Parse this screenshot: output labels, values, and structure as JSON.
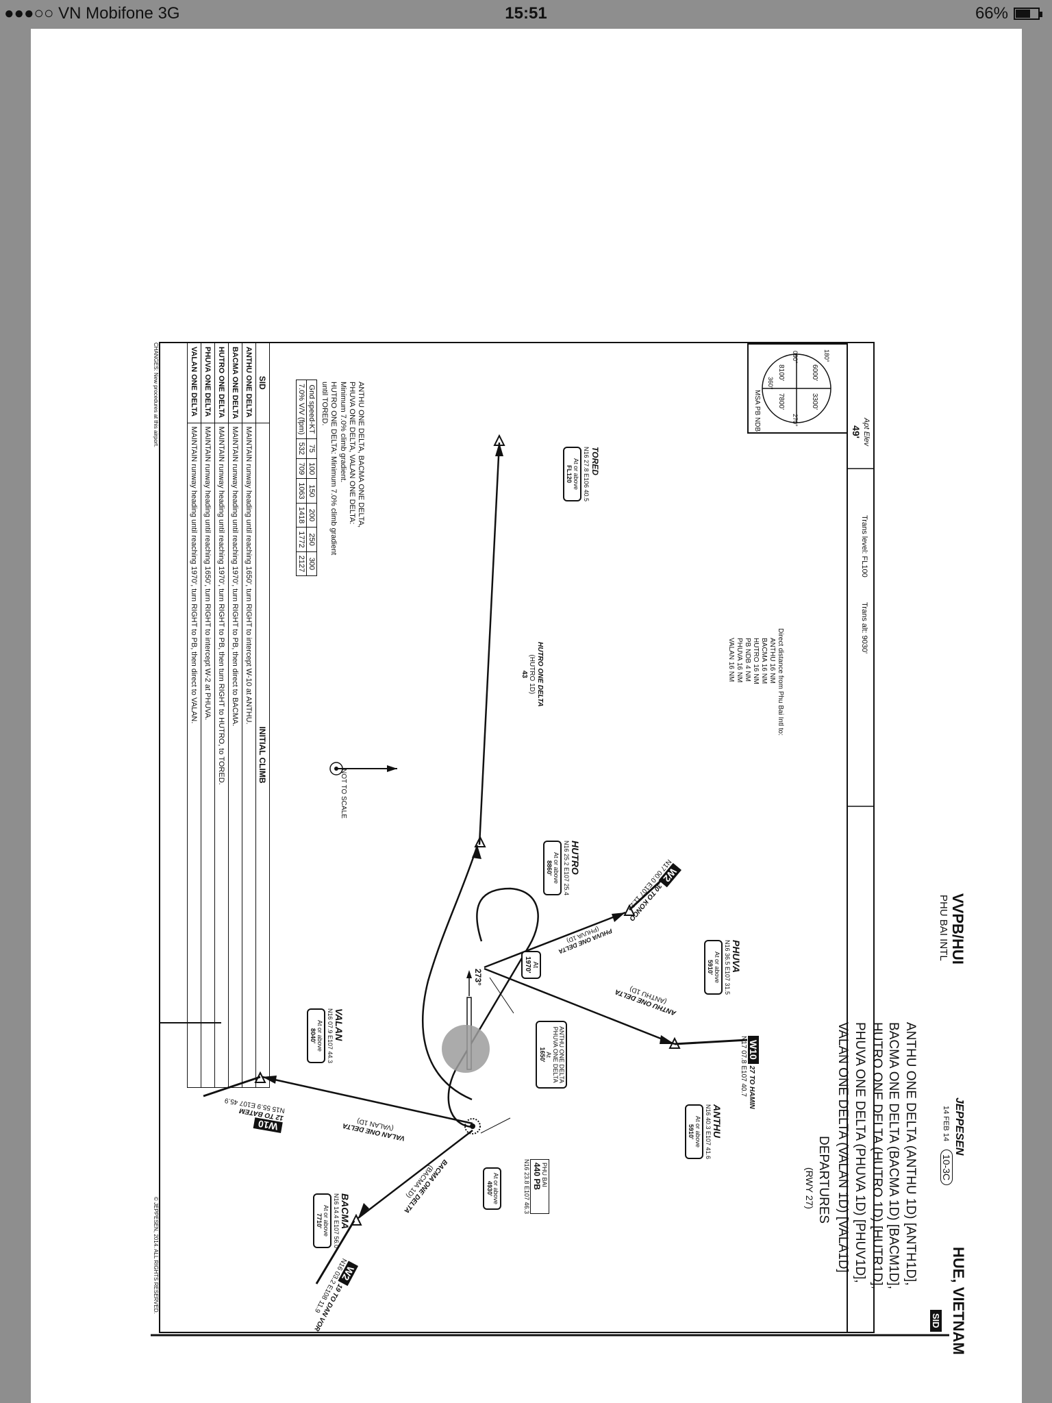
{
  "status_bar": {
    "carrier": "VN Mobifone   3G",
    "time": "15:51",
    "battery_percent": "66%",
    "battery_level": 0.66,
    "signal_icon": "signal-dots-icon"
  },
  "header": {
    "publisher": "JEPPESEN",
    "date": "14 FEB 14",
    "chart_number": "10-3C",
    "city": "HUE, VIETNAM",
    "chart_type": "SID",
    "icao": "VVPB/HUI",
    "airport": "PHU BAI INTL",
    "procedures": [
      "ANTHU ONE DELTA (ANTHU 1D) [ANTH1D],",
      "BACMA ONE DELTA (BACMA 1D) [BACM1D],",
      "HUTRO ONE DELTA (HUTRO 1D) [HUTR1D],",
      "PHUVA ONE DELTA (PHUVA 1D) [PHUV1D],",
      "VALAN ONE DELTA (VALAN 1D) [VALA1D]"
    ],
    "departures": "DEPARTURES",
    "runway": "(RWY 27)",
    "apt_elev_label": "Apt Elev",
    "apt_elev": "49'",
    "trans_level": "Trans level: FL100",
    "trans_alt": "Trans alt: 9030'"
  },
  "msa": {
    "label": "MSA PB NDB",
    "bearings": [
      "360°",
      "090°",
      "180°",
      "270°"
    ],
    "altitudes": [
      "6000'",
      "3300'",
      "7800'",
      "8100'"
    ]
  },
  "direct_distance": {
    "title": "Direct distance from Phu Bai Intl to:",
    "items": [
      "ANTHU 16 NM",
      "BACMA 16 NM",
      "HUTRO 16 NM",
      "PB NDB 4 NM",
      "PHUVA 16 NM",
      "VALAN 16 NM"
    ]
  },
  "climb_notes": [
    "ANTHU ONE DELTA, BACMA ONE DELTA,",
    "PHUVA ONE DELTA, VALAN ONE DELTA:",
    "Minimum 7.0% climb gradient.",
    "HUTRO ONE DELTA: Minimum 7.0% climb gradient",
    "until TORED."
  ],
  "gradient_table": {
    "row1_label": "Gnd speed-KT",
    "speeds": [
      "75",
      "100",
      "150",
      "200",
      "250",
      "300"
    ],
    "row2_label": "7.0% V/V (fpm)",
    "rates": [
      "532",
      "709",
      "1063",
      "1418",
      "1772",
      "2127"
    ]
  },
  "not_to_scale": "NOT TO SCALE",
  "north_arrow_icon": "north-arrow-icon",
  "waypoints": {
    "tored": {
      "name": "TORED",
      "coords": "N16 27.8 E106 40.5",
      "restriction": "At or above",
      "alt": "FL120"
    },
    "hutro": {
      "name": "HUTRO",
      "coords": "N16 25.2 E107 25.4",
      "restriction": "At or above",
      "alt": "8860'"
    },
    "phuva": {
      "name": "PHUVA",
      "coords": "N16 36.5 E107 31.5",
      "restriction": "At or above",
      "alt": "5910'"
    },
    "anthu": {
      "name": "ANTHU",
      "coords": "N16 40.3 E107 41.6",
      "restriction": "At or above",
      "alt": "5910'"
    },
    "valan": {
      "name": "VALAN",
      "coords": "N16 07.9 E107 44.3",
      "restriction": "At or above",
      "alt": "8040'"
    },
    "bacma": {
      "name": "BACMA",
      "coords": "N16 14.4 E107 56.0",
      "restriction": "At or above",
      "alt": "7710'"
    },
    "ndb": {
      "name": "PHU BAI",
      "ident": "440 PB",
      "coords": "N16 23.8 E107 46.3",
      "restriction": "At or above",
      "alt": "4930'"
    }
  },
  "routes": {
    "hutro": {
      "name": "HUTRO ONE DELTA",
      "code": "(HUTRO 1D)",
      "dist": "43"
    },
    "phuva": {
      "name": "PHUVA ONE DELTA",
      "code": "(PHUVA 1D)"
    },
    "anthu": {
      "name": "ANTHU ONE DELTA",
      "code": "(ANTHU 1D)"
    },
    "valan": {
      "name": "VALAN ONE DELTA",
      "code": "(VALAN 1D)"
    },
    "bacma": {
      "name": "BACMA ONE DELTA",
      "code": "(BACMA 1D)"
    }
  },
  "airways": {
    "konco": {
      "badge": "W2",
      "label": "30 TO KONCO",
      "coords": "N17 00.0 E107 11.2"
    },
    "hamin": {
      "badge": "W10",
      "label": "27 TO HAMIN",
      "coords": "N17 07.8 E107 40.7"
    },
    "batem": {
      "badge": "W10",
      "label": "12 TO BATEM",
      "coords": "N15 55.9 E107 45.9"
    },
    "danvor": {
      "badge": "W2",
      "label": "19 TO DAN VOR",
      "coords": "N16 03.2 E108 11.9"
    }
  },
  "runway": {
    "heading": "273°"
  },
  "turn_boxes": {
    "at1970_label": "At",
    "at1970": "1970'",
    "at1650_l1": "ANTHU ONE DELTA",
    "at1650_l2": "PHUVA ONE DELTA",
    "at1650_label": "At",
    "at1650": "1650'"
  },
  "sid_table": {
    "col1": "SID",
    "col2": "INITIAL CLIMB",
    "rows": [
      {
        "sid": "ANTHU ONE DELTA",
        "climb": "MAINTAIN runway heading until reaching 1650', turn RIGHT to intercept W-10 at ANTHU."
      },
      {
        "sid": "BACMA ONE DELTA",
        "climb": "MAINTAIN runway heading until reaching 1970', turn RIGHT to PB, then direct to BACMA."
      },
      {
        "sid": "HUTRO ONE DELTA",
        "climb": "MAINTAIN runway heading until reaching 1970', turn RIGHT to PB, then turn RIGHT to HUTRO, to TORED."
      },
      {
        "sid": "PHUVA ONE DELTA",
        "climb": "MAINTAIN runway heading until reaching 1650', turn RIGHT to intercept W-2 at PHUVA."
      },
      {
        "sid": "VALAN ONE DELTA",
        "climb": "MAINTAIN runway heading until reaching 1970', turn RIGHT to PB, then direct to VALAN."
      }
    ]
  },
  "footer": {
    "changes": "CHANGES: New procedures at this airport.",
    "copyright": "© JEPPESEN, 2014. ALL RIGHTS RESERVED."
  },
  "colors": {
    "ink": "#111111",
    "page": "#ffffff",
    "device_frame": "#8e8e8e",
    "touch_indicator": "#9c9c9c"
  }
}
